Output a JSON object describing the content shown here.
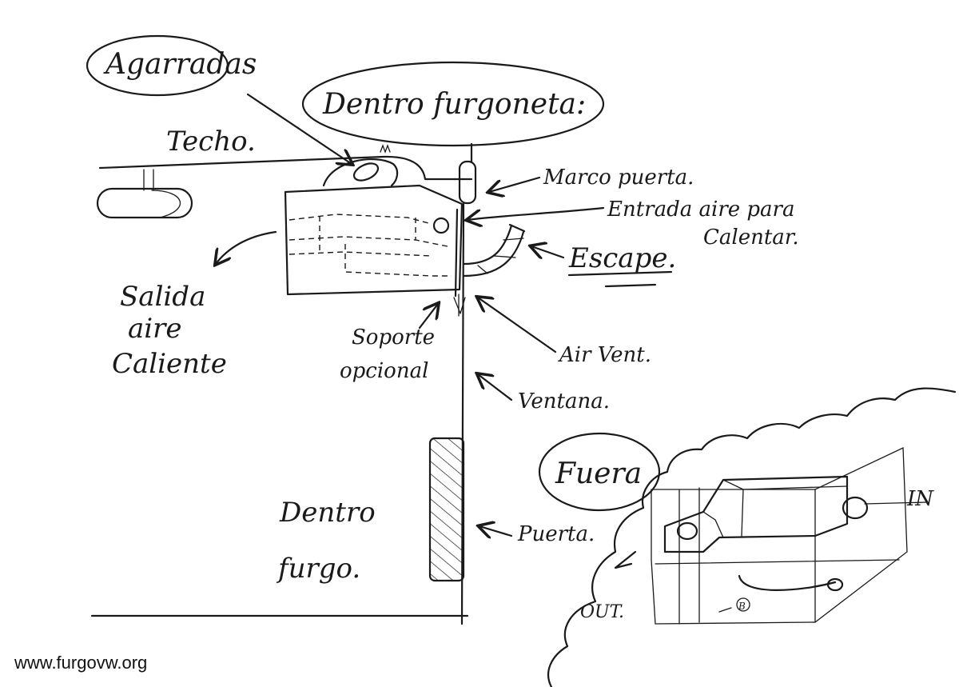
{
  "labels": {
    "agarradas": "Agarradas",
    "dentro_furgoneta": "Dentro furgoneta:",
    "techo": "Techo.",
    "marco_puerta": "Marco puerta.",
    "entrada_aire_1": "Entrada aire para",
    "entrada_aire_2": "Calentar.",
    "escape": "Escape.",
    "salida_1": "Salida",
    "salida_2": "aire",
    "salida_3": "Caliente",
    "soporte_1": "Soporte",
    "soporte_2": "opcional",
    "air_vent": "Air Vent.",
    "ventana": "Ventana.",
    "fuera": "Fuera",
    "dentro_furgo_1": "Dentro",
    "dentro_furgo_2": "furgo.",
    "puerta": "Puerta.",
    "in": "IN",
    "out": "OUT.",
    "b": "B"
  },
  "watermark": "www.furgovw.org",
  "colors": {
    "ink": "#1a1a1a",
    "paper": "#ffffff"
  }
}
